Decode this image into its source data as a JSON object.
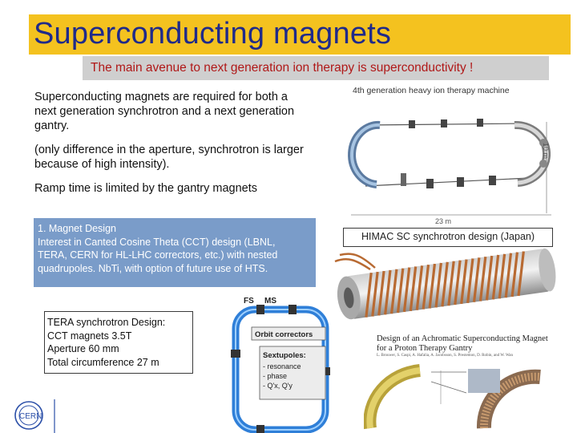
{
  "slide": {
    "title": "Superconducting magnets",
    "subtitle": "The main avenue to next generation ion therapy is superconductivity !",
    "paragraphs": [
      "Superconducting magnets are required for both a next generation synchrotron and a next generation gantry.",
      "(only difference in the aperture, synchrotron is larger because of high intensity).",
      "Ramp time is limited by the gantry magnets"
    ],
    "blue_box": {
      "heading": "1.   Magnet Design",
      "lines": [
        "Interest in Canted Cosine Theta (CCT) design (LBNL,",
        "TERA, CERN for HL-LHC correctors, etc.) with nested",
        "quadrupoles. NbTi, with option of future use of HTS."
      ]
    },
    "tera_box": {
      "lines": [
        "TERA synchrotron Design:",
        "CCT magnets 3.5T",
        "Aperture 60 mm",
        "Total circumference 27 m"
      ]
    },
    "himac_caption": "HIMAC SC synchrotron design (Japan)"
  },
  "figures": {
    "synchrotron": {
      "title": "4th generation heavy ion therapy machine",
      "dim_height": "10 m",
      "dim_width": "23 m"
    },
    "tera_ring": {
      "label_fs": "FS",
      "label_ms": "MS",
      "callout_orbit": "Orbit correctors",
      "callout_sextupoles": "Sextupoles:",
      "callout_items": [
        "- resonance",
        "- phase",
        "- Q'x, Q'y"
      ]
    },
    "gantry_paper": {
      "title": "Design of an Achromatic Superconducting Magnet for a Proton Therapy Gantry",
      "authors": "L. Brouwer, S. Caspi, A. Hafalia, A. Jacobsson, S. Prestemon, D. Robin, and W. Wan"
    },
    "logo_text": "CERN"
  },
  "colors": {
    "title_bar": "#f4c21f",
    "title_text": "#1f2a8a",
    "subtitle_bar": "#cfcfcf",
    "subtitle_text": "#b01818",
    "blue_box": "#7a9cc9",
    "magnet_copper": "#b86a32",
    "ring_blue": "#2f7fd8"
  }
}
